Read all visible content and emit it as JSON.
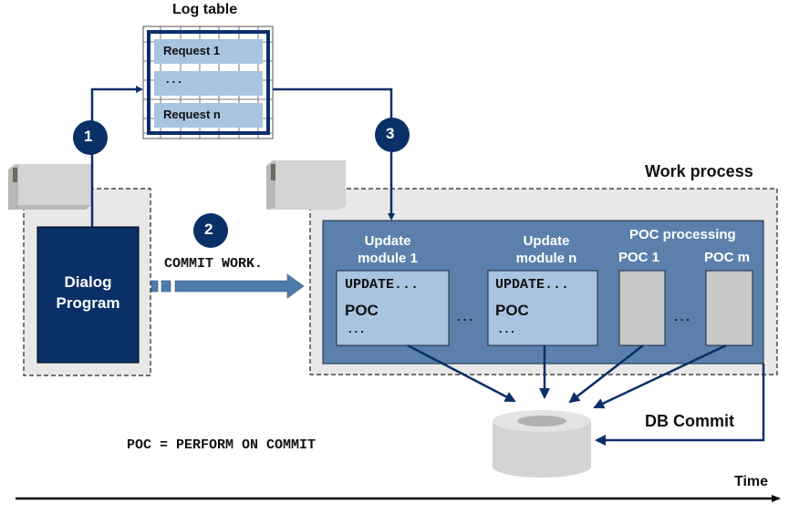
{
  "log_table": {
    "title": "Log table",
    "rows": [
      "Request 1",
      "...",
      "Request n"
    ]
  },
  "steps": [
    "1",
    "2",
    "3"
  ],
  "dialog_program": {
    "line1": "Dialog",
    "line2": "Program"
  },
  "commit_work_label": "COMMIT WORK.",
  "work_process": {
    "title": "Work process",
    "update_modules": [
      {
        "title_line1": "Update",
        "title_line2": "module 1",
        "code_line": "UPDATE...",
        "poc_line": "POC",
        "more": "..."
      },
      {
        "title_line1": "Update",
        "title_line2": "module n",
        "code_line": "UPDATE...",
        "poc_line": "POC",
        "more": "..."
      }
    ],
    "modules_ellipsis": "...",
    "poc_processing": {
      "title": "POC processing",
      "items": [
        "POC 1",
        "POC m"
      ],
      "ellipsis": "..."
    }
  },
  "db_commit_label": "DB Commit",
  "legend": "POC = PERFORM ON COMMIT",
  "time_label": "Time",
  "colors": {
    "dark_navy": "#0a3068",
    "mid_blue": "#5b80ac",
    "light_blue": "#a9c4e0",
    "arrow_blue": "#4f7bab",
    "grey_panel": "#e8e8e8",
    "grey_box": "#c8c8c8"
  }
}
